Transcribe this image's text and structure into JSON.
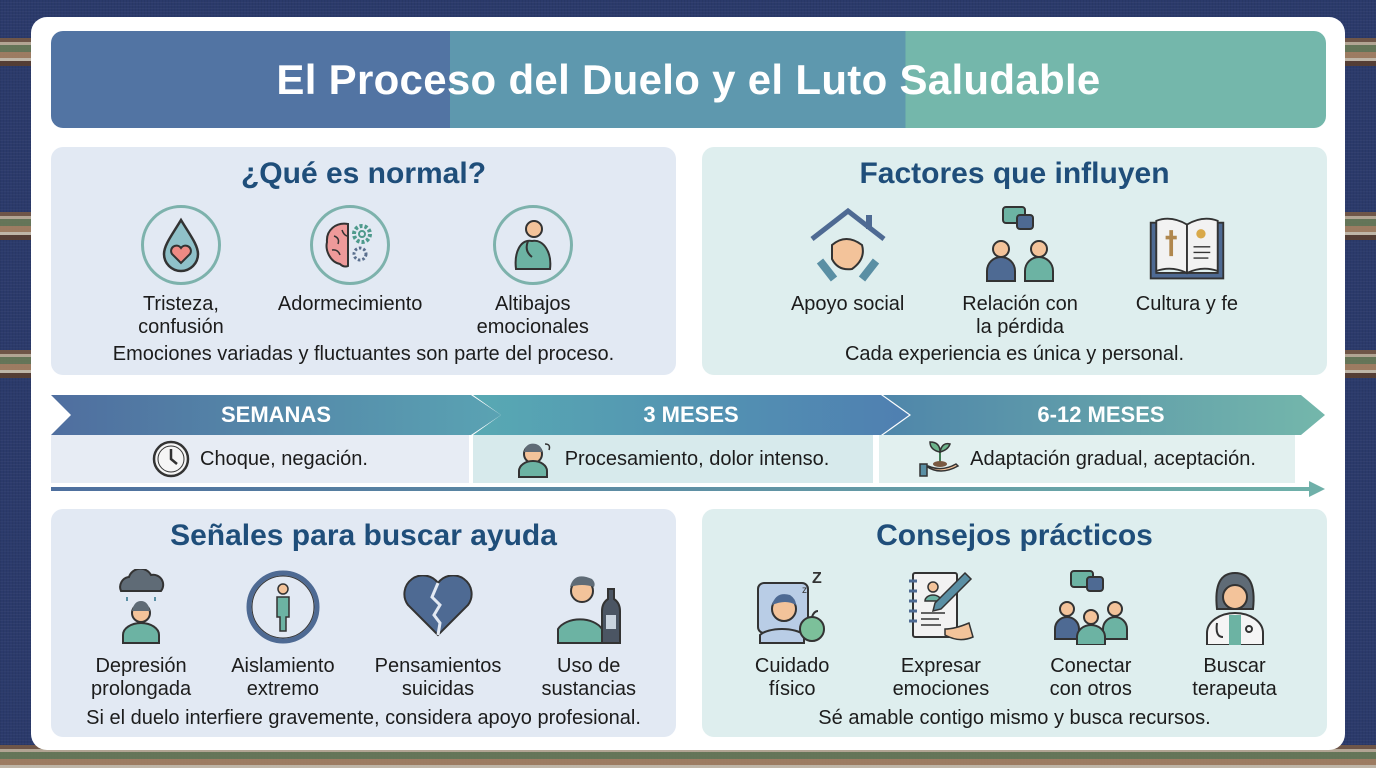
{
  "title": "El Proceso del Duelo y el Luto Saludable",
  "colors": {
    "title_blue": "#5274a3",
    "title_mid": "#5e98ae",
    "title_teal": "#74b7ab",
    "heading": "#1f4e7a",
    "card_blue_bg": "#e2e9f3",
    "card_teal_bg": "#deeeee",
    "background": "#2b3a6b"
  },
  "normal": {
    "heading": "¿Qué es normal?",
    "items": [
      {
        "label": "Tristeza,\nconfusión",
        "icon": "teardrop-heart-icon"
      },
      {
        "label": "Adormecimiento",
        "icon": "brain-gears-icon"
      },
      {
        "label": "Altibajos\nemocionales",
        "icon": "person-hugging-knees-icon"
      }
    ],
    "note": "Emociones variadas y fluctuantes son parte del proceso."
  },
  "factors": {
    "heading": "Factores que influyen",
    "items": [
      {
        "label": "Apoyo social",
        "icon": "house-clasped-hands-icon"
      },
      {
        "label": "Relación con\nla pérdida",
        "icon": "two-people-chat-icon"
      },
      {
        "label": "Cultura y fe",
        "icon": "open-book-cross-icon"
      }
    ],
    "note": "Cada experiencia es única y personal."
  },
  "timeline": {
    "stages": [
      {
        "period": "SEMANAS",
        "description": "Choque, negación.",
        "icon": "clock-icon"
      },
      {
        "period": "3 MESES",
        "description": "Procesamiento, dolor intenso.",
        "icon": "person-thinking-icon"
      },
      {
        "period": "6-12 MESES",
        "description": "Adaptación gradual, aceptación.",
        "icon": "hand-sprout-icon"
      }
    ]
  },
  "help_signs": {
    "heading": "Señales para buscar ayuda",
    "items": [
      {
        "label": "Depresión\nprolongada",
        "icon": "rain-cloud-person-icon"
      },
      {
        "label": "Aislamiento\nextremo",
        "icon": "isolated-person-icon"
      },
      {
        "label": "Pensamientos\nsuicidas",
        "icon": "broken-heart-icon"
      },
      {
        "label": "Uso de\nsustancias",
        "icon": "person-bottle-icon"
      }
    ],
    "note": "Si el duelo interfiere gravemente, considera apoyo profesional."
  },
  "tips": {
    "heading": "Consejos prácticos",
    "items": [
      {
        "label": "Cuidado\nfísico",
        "icon": "sleep-apple-icon"
      },
      {
        "label": "Expresar\nemociones",
        "icon": "journal-pen-icon"
      },
      {
        "label": "Conectar\ncon otros",
        "icon": "group-chat-icon"
      },
      {
        "label": "Buscar\nterapeuta",
        "icon": "doctor-icon"
      }
    ],
    "note": "Sé amable contigo mismo y busca recursos."
  }
}
